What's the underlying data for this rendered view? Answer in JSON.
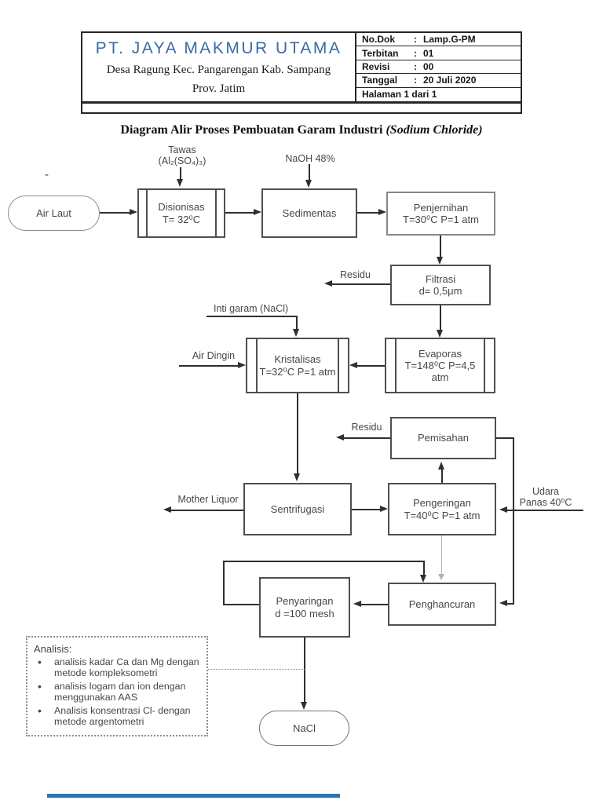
{
  "header": {
    "company_name": "PT. JAYA MAKMUR UTAMA",
    "company_color": "#3a6ba5",
    "address_line1": "Desa Ragung Kec. Pangarengan Kab. Sampang",
    "address_line2": "Prov. Jatim",
    "doc_rows": [
      {
        "label": "No.Dok",
        "sep": ":",
        "value": "Lamp.G-PM"
      },
      {
        "label": "Terbitan",
        "sep": ":",
        "value": "01"
      },
      {
        "label": "Revisi",
        "sep": ":",
        "value": "00"
      },
      {
        "label": "Tanggal",
        "sep": ":",
        "value": "20 Juli 2020"
      },
      {
        "label": "Halaman 1 dari 1",
        "sep": "",
        "value": ""
      }
    ]
  },
  "title": {
    "main": "Diagram Alir Proses Pembuatan Garam Industri",
    "italic": "(Sodium Chloride)"
  },
  "flowchart": {
    "nodes": {
      "air_laut": {
        "label": "Air Laut"
      },
      "disionisas": {
        "label": "Disionisas\nT= 32⁰C"
      },
      "sedimentas": {
        "label": "Sedimentas"
      },
      "penjernihan": {
        "label": "Penjernihan\nT=30⁰C P=1 atm"
      },
      "filtrasi": {
        "label": "Filtrasi\nd= 0,5μm"
      },
      "evaporas": {
        "label": "Evaporas\nT=148⁰C P=4,5\natm"
      },
      "kristalisas": {
        "label": "Kristalisas\nT=32⁰C P=1 atm"
      },
      "pemisahan": {
        "label": "Pemisahan"
      },
      "sentrifugasi": {
        "label": "Sentrifugasi"
      },
      "pengeringan": {
        "label": "Pengeringan\nT=40⁰C P=1 atm"
      },
      "penghancuran": {
        "label": "Penghancuran"
      },
      "penyaringan": {
        "label": "Penyaringan\nd =100 mesh"
      },
      "nacl": {
        "label": "NaCl"
      }
    },
    "stream_labels": {
      "dash": "-",
      "tawas": "Tawas\n(Al₂(SO₄)₃)",
      "naoh": "NaOH 48%",
      "residu_filtrasi": "Residu",
      "inti_garam": "Inti garam (NaCl)",
      "air_dingin": "Air Dingin",
      "residu_pemisahan": "Residu",
      "mother_liquor": "Mother Liquor",
      "udara_panas": "Udara\nPanas 40⁰C"
    },
    "analysis_note": {
      "title": "Analisis:",
      "items": [
        "analisis kadar Ca dan Mg dengan metode kompleksometri",
        "analisis logam dan ion dengan menggunakan AAS",
        "Analisis konsentrasi Cl- dengan metode argentometri"
      ]
    }
  },
  "footer": {
    "accent_color": "#2e75b6"
  }
}
